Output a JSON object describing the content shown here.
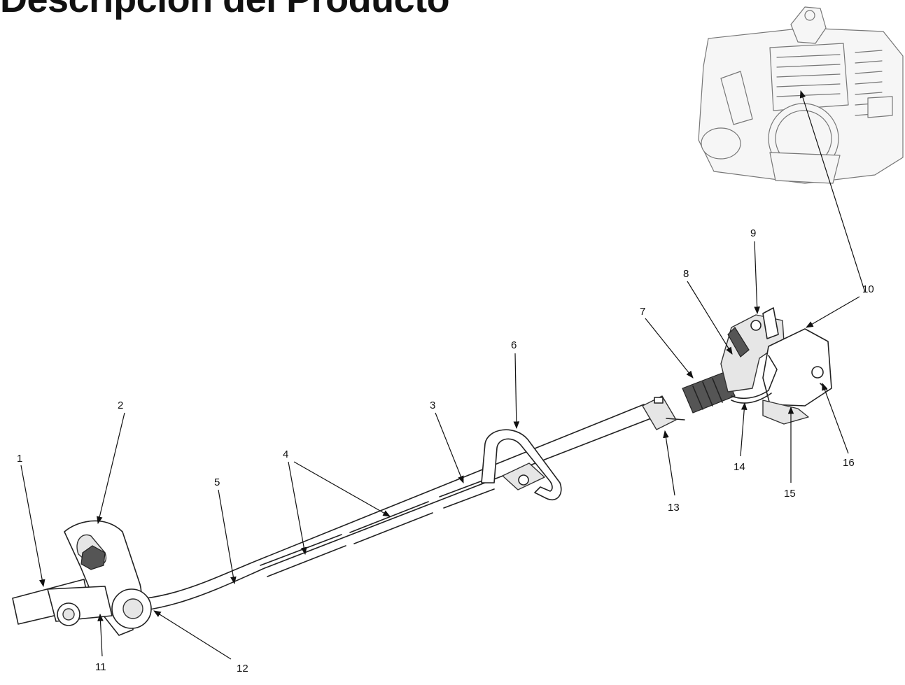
{
  "title": "Descripción del Producto",
  "callouts": [
    "1",
    "2",
    "3",
    "4",
    "5",
    "6",
    "7",
    "8",
    "9",
    "10",
    "11",
    "12",
    "13",
    "14",
    "15",
    "16"
  ]
}
